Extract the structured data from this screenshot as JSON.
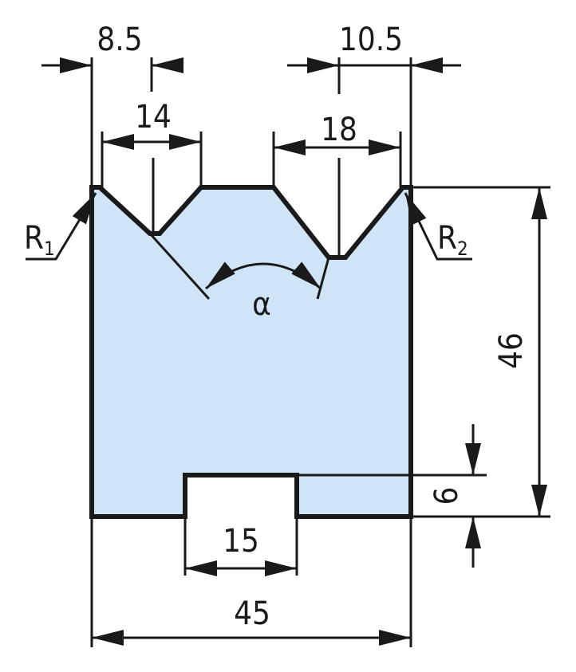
{
  "dimensions": {
    "left_offset": "8.5",
    "left_v_opening": "14",
    "right_offset": "10.5",
    "right_v_opening": "18",
    "height": "46",
    "slot_depth": "6",
    "slot_width": "15",
    "total_width": "45"
  },
  "labels": {
    "radius_1": "R",
    "radius_1_sub": "1",
    "radius_2": "R",
    "radius_2_sub": "2",
    "angle": "α"
  },
  "colors": {
    "fill": "#cfe4f7",
    "outline": "#1a1a1a"
  }
}
